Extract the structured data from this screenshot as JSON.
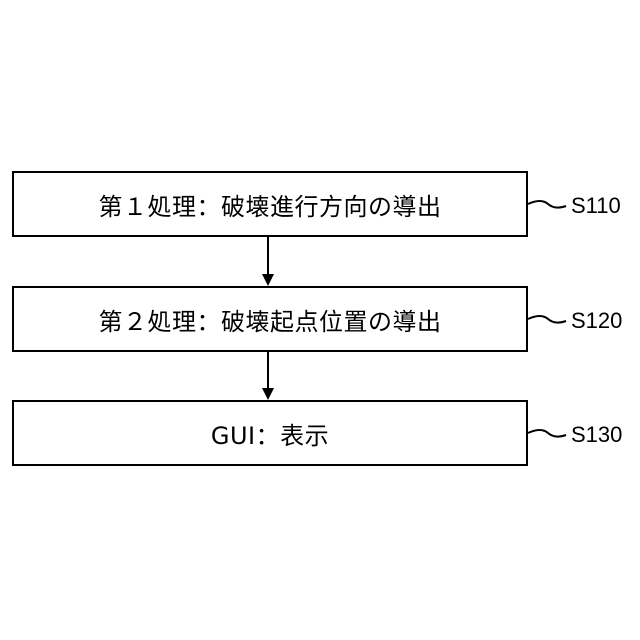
{
  "steps": [
    {
      "text": "第１処理：破壊進行方向の導出",
      "label": "S110"
    },
    {
      "text": "第２処理：破壊起点位置の導出",
      "label": "S120"
    },
    {
      "text": "GUI：表示",
      "label": "S130"
    }
  ],
  "colors": {
    "line": "#000000",
    "background": "#ffffff"
  }
}
